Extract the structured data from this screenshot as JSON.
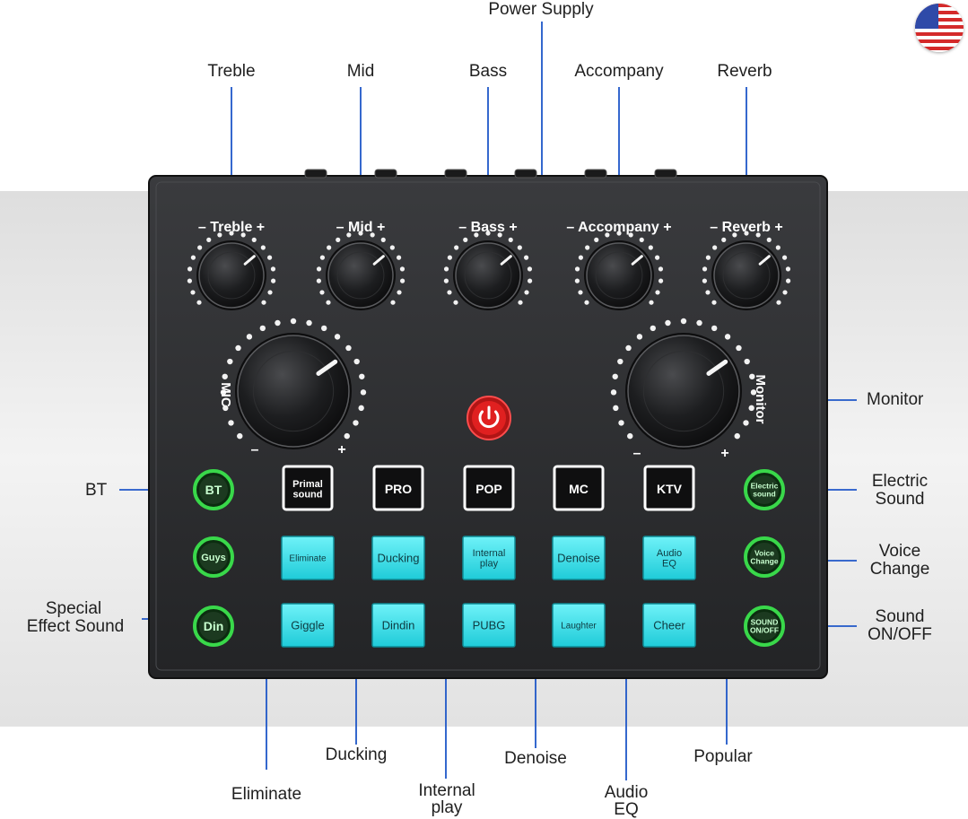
{
  "device": {
    "knobs": [
      {
        "id": "treble",
        "label": "Treble"
      },
      {
        "id": "mid",
        "label": "Mid"
      },
      {
        "id": "bass",
        "label": "Bass"
      },
      {
        "id": "accompany",
        "label": "Accompany"
      },
      {
        "id": "reverb",
        "label": "Reverb"
      }
    ],
    "mic_label": "MIC",
    "monitor_label": "Monitor",
    "minus": "–",
    "plus": "+",
    "mode_buttons": [
      {
        "id": "primal-sound",
        "lines": [
          "Primal",
          "sound"
        ]
      },
      {
        "id": "pro",
        "lines": [
          "PRO"
        ]
      },
      {
        "id": "pop",
        "lines": [
          "POP"
        ]
      },
      {
        "id": "mc",
        "lines": [
          "MC"
        ]
      },
      {
        "id": "ktv",
        "lines": [
          "KTV"
        ]
      }
    ],
    "effect_row_1": [
      {
        "id": "eliminate",
        "lines": [
          "Eliminate"
        ]
      },
      {
        "id": "ducking",
        "lines": [
          "Ducking"
        ]
      },
      {
        "id": "internal-play",
        "lines": [
          "Internal",
          "play"
        ]
      },
      {
        "id": "denoise",
        "lines": [
          "Denoise"
        ]
      },
      {
        "id": "audio-eq",
        "lines": [
          "Audio",
          "EQ"
        ]
      }
    ],
    "effect_row_2": [
      {
        "id": "giggle",
        "lines": [
          "Giggle"
        ]
      },
      {
        "id": "dindin",
        "lines": [
          "Dindin"
        ]
      },
      {
        "id": "pubg",
        "lines": [
          "PUBG"
        ]
      },
      {
        "id": "laughter",
        "lines": [
          "Laughter"
        ]
      },
      {
        "id": "cheer",
        "lines": [
          "Cheer"
        ]
      }
    ],
    "left_buttons": [
      {
        "id": "bt",
        "lines": [
          "BT"
        ]
      },
      {
        "id": "guys",
        "lines": [
          "Guys"
        ]
      },
      {
        "id": "din",
        "lines": [
          "Din"
        ]
      }
    ],
    "right_buttons": [
      {
        "id": "electric-sound",
        "lines": [
          "Electric",
          "sound"
        ]
      },
      {
        "id": "voice-change",
        "lines": [
          "Voice",
          "Change"
        ]
      },
      {
        "id": "sound-onoff",
        "lines": [
          "SOUND",
          "ON/OFF"
        ]
      }
    ]
  },
  "callouts": {
    "power_supply": "Power Supply",
    "treble": "Treble",
    "mid": "Mid",
    "bass": "Bass",
    "accompany": "Accompany",
    "reverb": "Reverb",
    "monitor": "Monitor",
    "bt": "BT",
    "special_effect_1": "Special",
    "special_effect_2": "Effect Sound",
    "electric_sound_1": "Electric",
    "electric_sound_2": "Sound",
    "voice_change_1": "Voice",
    "voice_change_2": "Change",
    "sound_onoff_1": "Sound",
    "sound_onoff_2": "ON/OFF",
    "eliminate": "Eliminate",
    "ducking": "Ducking",
    "internal_play_1": "Internal",
    "internal_play_2": "play",
    "denoise": "Denoise",
    "audio_eq_1": "Audio",
    "audio_eq_2": "EQ",
    "popular": "Popular"
  },
  "colors": {
    "device_body": "#2b2c2e",
    "callout_line": "#1f57c8",
    "effect_button": "#3fe3ee",
    "green_ring": "#39d84a",
    "power_red": "#e02020",
    "background_band": "#ececec"
  }
}
